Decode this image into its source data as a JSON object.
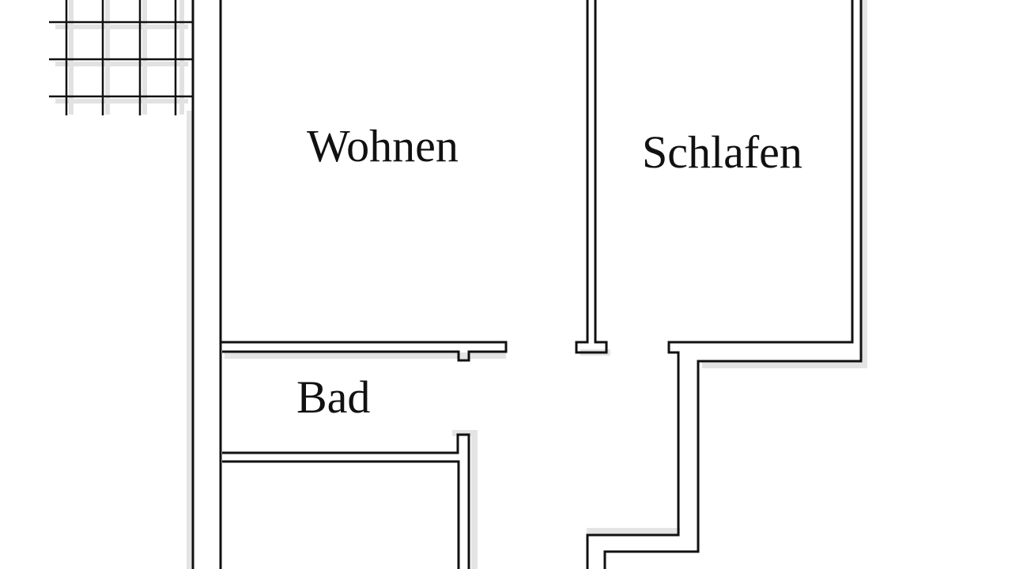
{
  "floorplan": {
    "rooms": [
      {
        "label": "Wohnen"
      },
      {
        "label": "Schlafen"
      },
      {
        "label": "Bad"
      }
    ],
    "colors": {
      "wall": "#111111",
      "shadow": "#e4e4e4",
      "background": "#ffffff"
    }
  }
}
